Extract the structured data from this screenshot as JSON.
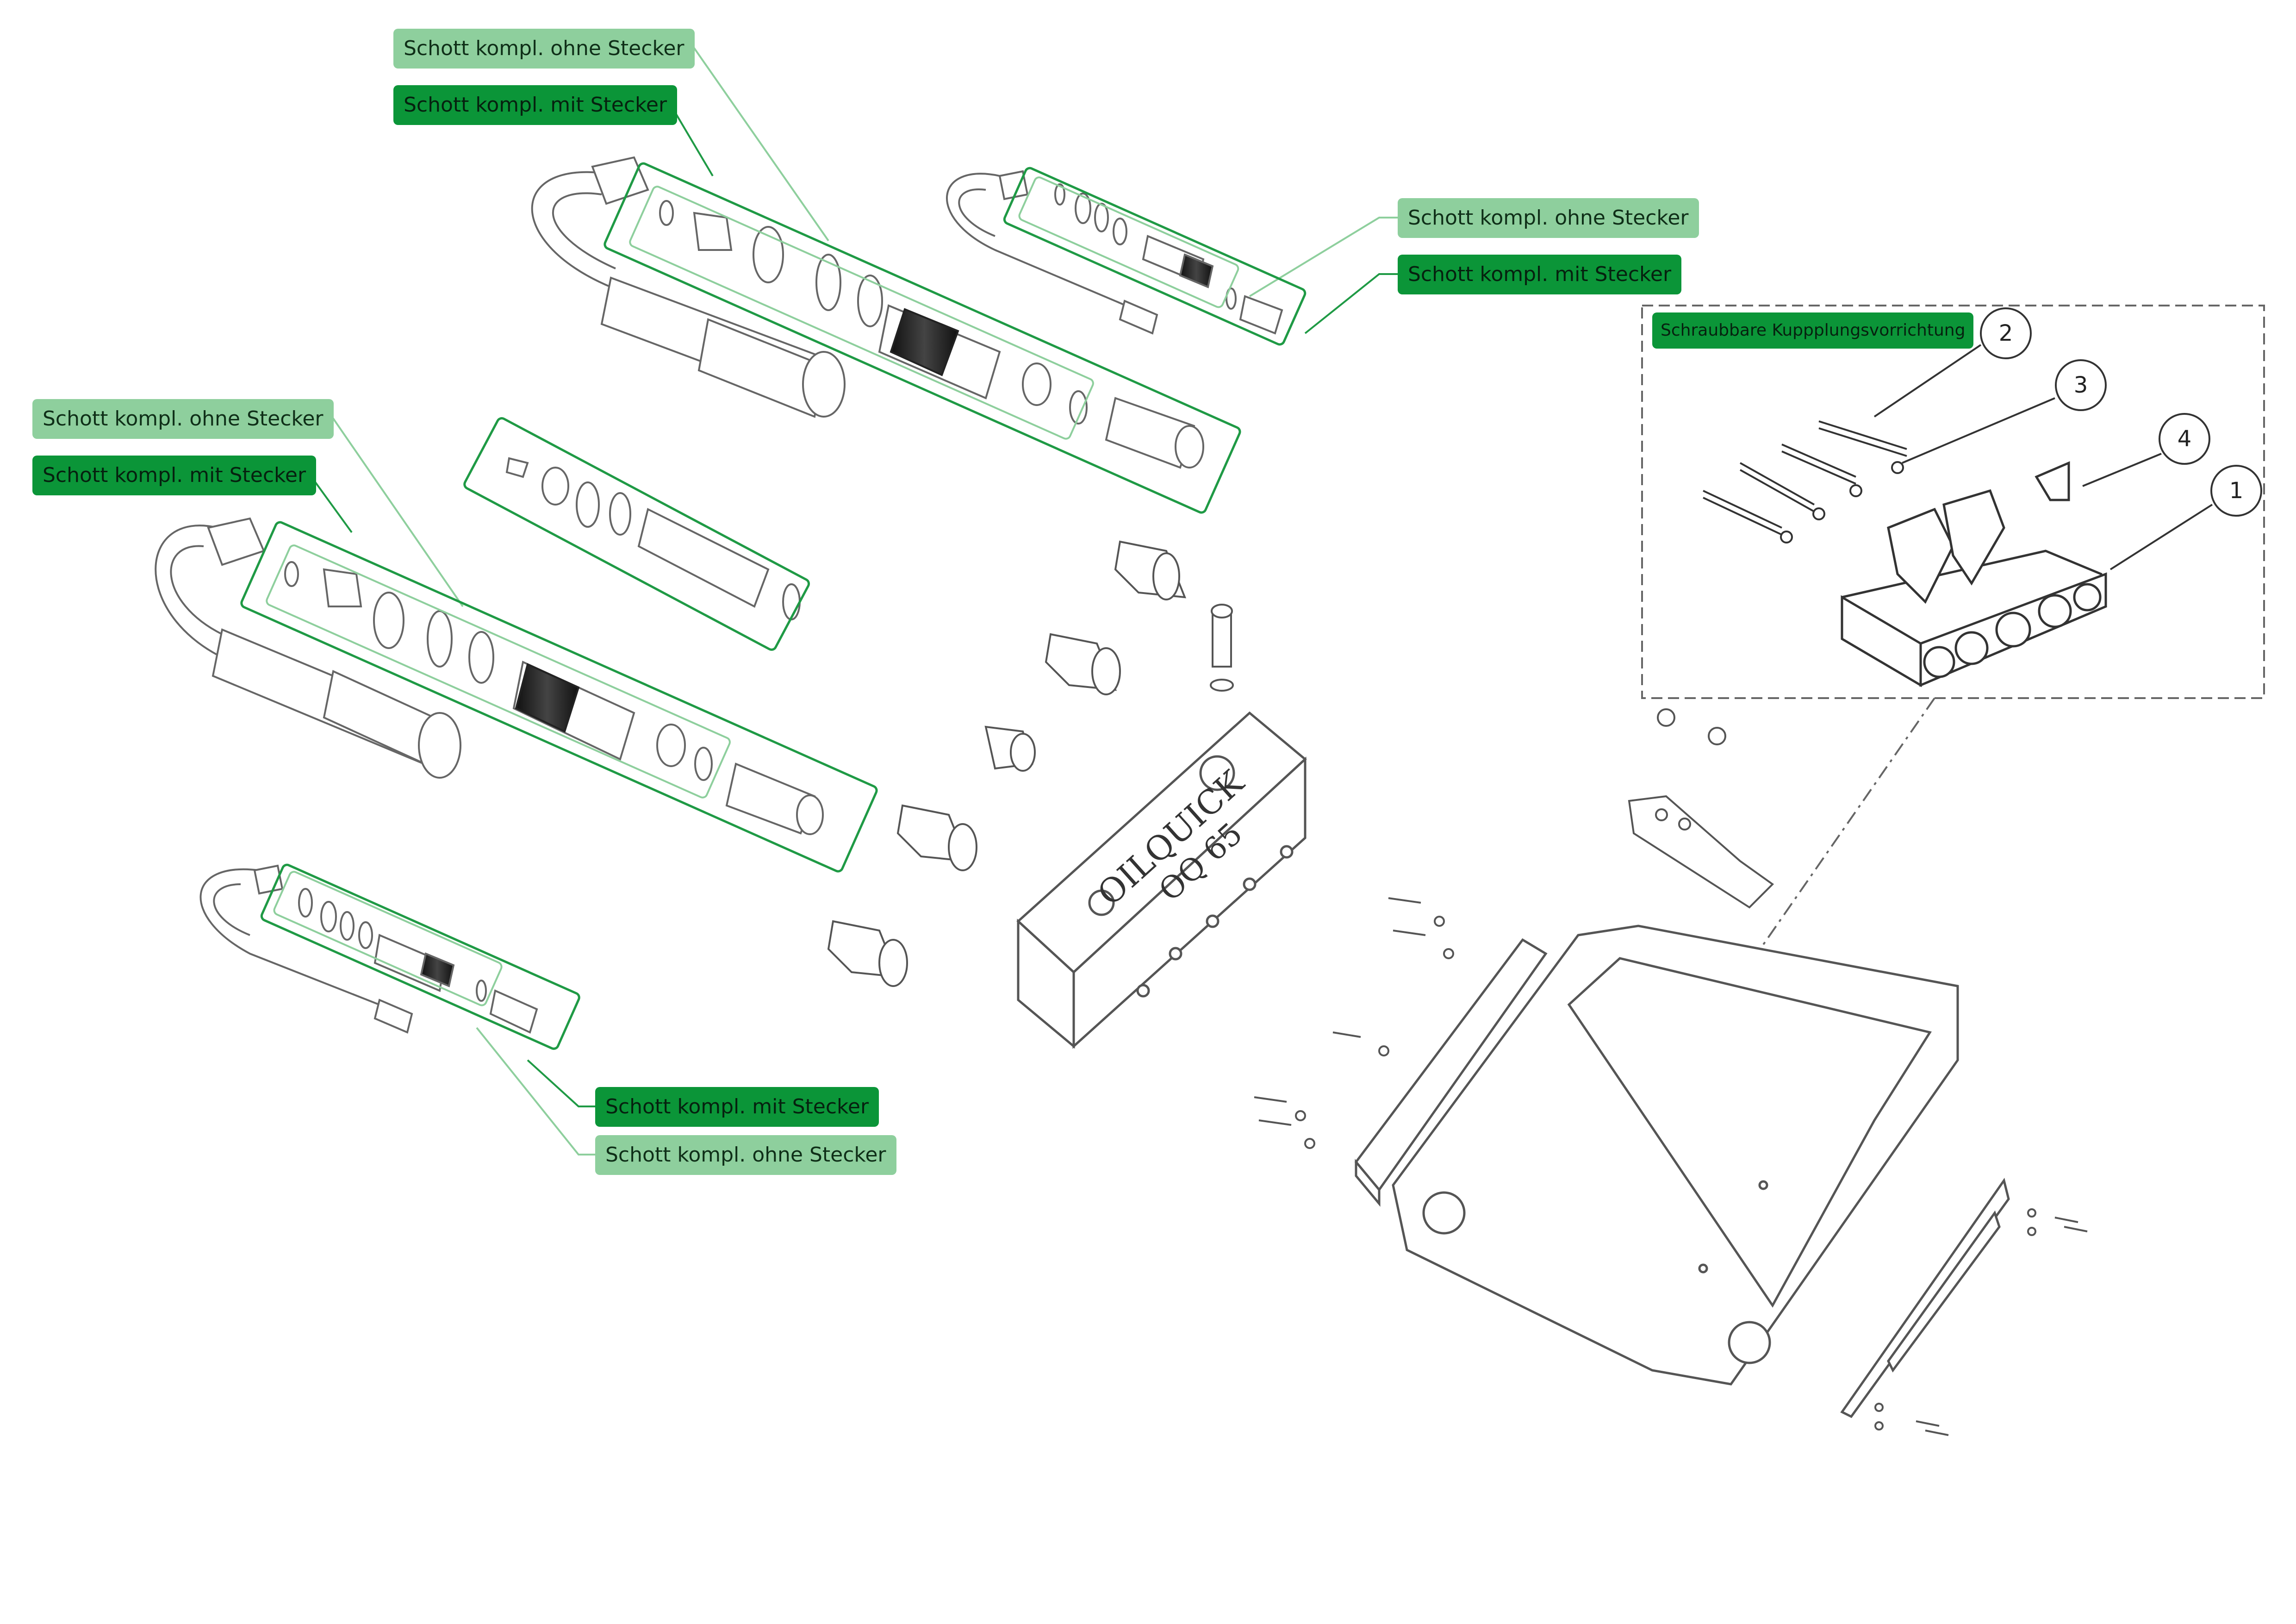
{
  "labels": {
    "top_center_ohne": "Schott kompl. ohne Stecker",
    "top_center_mit": "Schott kompl. mit Stecker",
    "top_right_ohne": "Schott kompl. ohne Stecker",
    "top_right_mit": "Schott kompl. mit Stecker",
    "left_ohne": "Schott kompl. ohne Stecker",
    "left_mit": "Schott kompl. mit Stecker",
    "bottom_mit": "Schott kompl. mit Stecker",
    "bottom_ohne": "Schott kompl. ohne Stecker"
  },
  "detail": {
    "title": "Schraubbare Kuppplungsvorrichtung",
    "callouts": [
      "1",
      "2",
      "3",
      "4"
    ]
  },
  "block": {
    "brand": "OILQUICK",
    "model": "OQ 65"
  },
  "colors": {
    "label_light": "#8ecf9d",
    "label_dark": "#0b9538",
    "frame_green": "#1f9a45",
    "line_gray": "#7a7a7a"
  }
}
